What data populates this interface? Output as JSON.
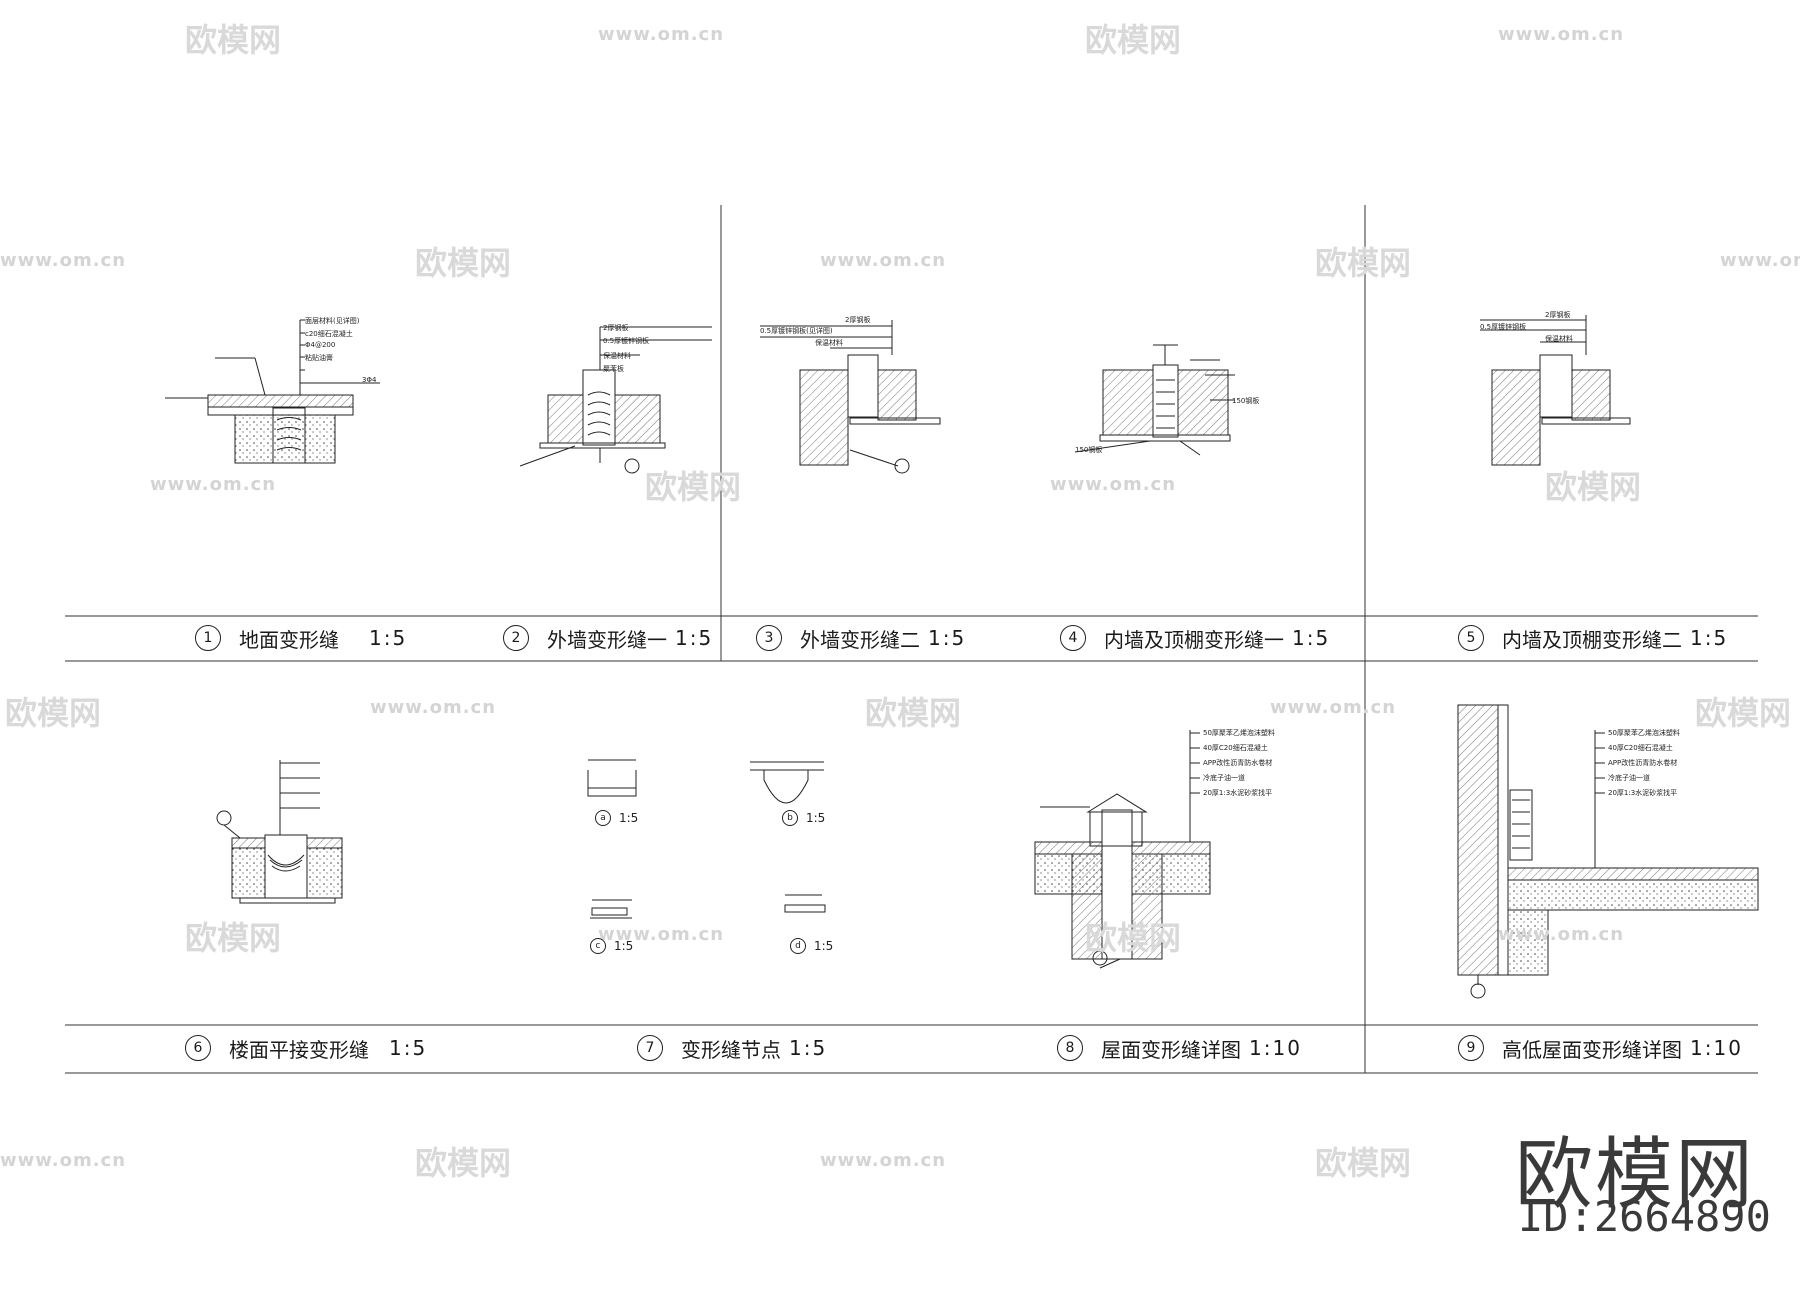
{
  "details": [
    {
      "num": "1",
      "title": "地面变形缝",
      "scale": "1:5"
    },
    {
      "num": "2",
      "title": "外墙变形缝一",
      "scale": "1:5"
    },
    {
      "num": "3",
      "title": "外墙变形缝二",
      "scale": "1:5"
    },
    {
      "num": "4",
      "title": "内墙及顶棚变形缝一",
      "scale": "1:5"
    },
    {
      "num": "5",
      "title": "内墙及顶棚变形缝二",
      "scale": "1:5"
    },
    {
      "num": "6",
      "title": "楼面平接变形缝",
      "scale": "1:5"
    },
    {
      "num": "7",
      "title": "变形缝节点",
      "scale": "1:5"
    },
    {
      "num": "8",
      "title": "屋面变形缝详图",
      "scale": "1:10"
    },
    {
      "num": "9",
      "title": "高低屋面变形缝详图",
      "scale": "1:10"
    }
  ],
  "sub_details": [
    {
      "mark": "a",
      "scale": "1:5"
    },
    {
      "mark": "b",
      "scale": "1:5"
    },
    {
      "mark": "c",
      "scale": "1:5"
    },
    {
      "mark": "d",
      "scale": "1:5"
    }
  ],
  "notes": {
    "d1": [
      "面层材料(见详图)",
      "c20细石混凝土",
      "Φ4@200",
      "粘贴油膏",
      "3Φ4"
    ],
    "d2": [
      "2厚钢板",
      "0.5厚镀锌钢板",
      "保温材料",
      "聚苯板"
    ],
    "d3": [
      "2厚钢板",
      "0.5厚镀锌钢板(见详图)",
      "保温材料"
    ],
    "d4": [
      "150钢板",
      "150钢板"
    ],
    "d5": [
      "2厚钢板",
      "0.5厚镀锌钢板",
      "保温材料"
    ],
    "d8": [
      "50厚聚苯乙烯泡沫塑料",
      "40厚C20细石混凝土",
      "APP改性沥青防水卷材",
      "冷底子油一道",
      "20厚1:3水泥砂浆找平"
    ],
    "d9": [
      "50厚聚苯乙烯泡沫塑料",
      "40厚C20细石混凝土",
      "APP改性沥青防水卷材",
      "冷底子油一道",
      "20厚1:3水泥砂浆找平"
    ]
  },
  "watermark": {
    "brand": "欧模网",
    "url": "www.om.cn"
  },
  "logo": {
    "brand": "欧模网",
    "id": "ID:2664890"
  }
}
